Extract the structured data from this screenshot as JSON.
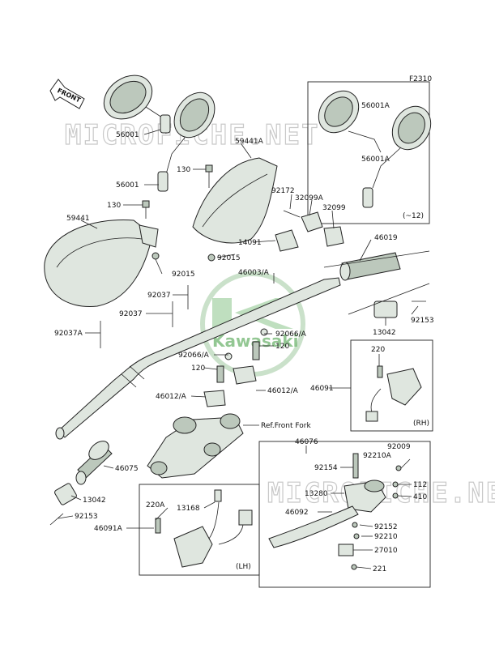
{
  "diagram_code": "F2310",
  "front_label": "FRONT",
  "watermark": "MICROFICHE.NET",
  "logo_text": "Kawasaki",
  "box_notes": {
    "mirror_box": "(~12)",
    "rh_box": "(RH)",
    "lh_box": "(LH)"
  },
  "labels": {
    "l56001_a": "56001",
    "l56001_b": "56001",
    "l130_a": "130",
    "l130_b": "130",
    "l59441a": "59441A",
    "l59441": "59441",
    "l92015_a": "92015",
    "l92015_b": "92015",
    "l92172": "92172",
    "l32099a": "32099A",
    "l32099": "32099",
    "l14091": "14091",
    "l46019": "46019",
    "l46003a": "46003/A",
    "l92037_a": "92037",
    "l92037_b": "92037",
    "l92037a": "92037A",
    "l92066a_a": "92066/A",
    "l92066a_b": "92066/A",
    "l120_a": "120",
    "l120_b": "120",
    "l46012a_a": "46012/A",
    "l46012a_b": "46012/A",
    "l13042_a": "13042",
    "l13042_b": "13042",
    "l92153_a": "92153",
    "l92153_b": "92153",
    "l220": "220",
    "l46091": "46091",
    "l46076": "46076",
    "lref": "Ref.Front Fork",
    "l46075": "46075",
    "l92154": "92154",
    "l92210a": "92210A",
    "l92009": "92009",
    "l112": "112",
    "l410": "410",
    "l13280": "13280",
    "l46092": "46092",
    "l92152": "92152",
    "l92210": "92210",
    "l27010": "27010",
    "l221": "221",
    "l220a": "220A",
    "l13168": "13168",
    "l46091a": "46091A",
    "l56001a_a": "56001A",
    "l56001a_b": "56001A"
  },
  "colors": {
    "logo_green": "#7fbf7f",
    "line": "#222222"
  }
}
